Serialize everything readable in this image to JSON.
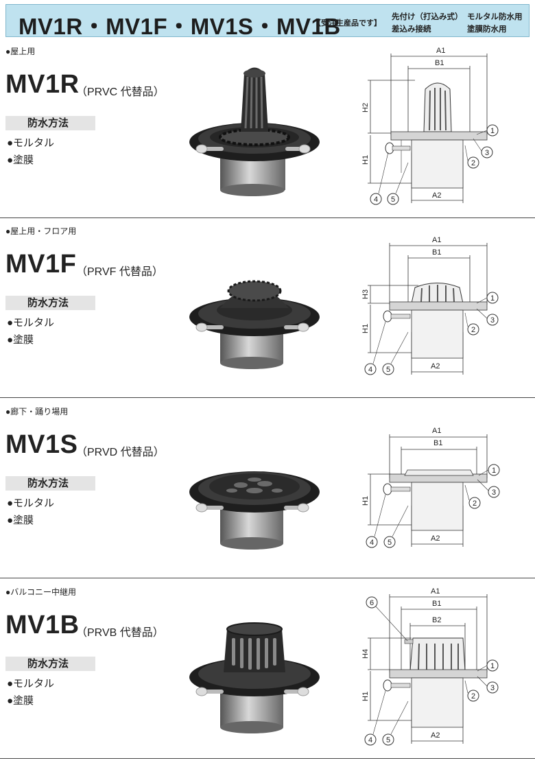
{
  "header": {
    "title": "MV1R・MV1F・MV1S・MV1B",
    "note": "【受注生産品です】",
    "col1": [
      "先付け（打込み式）",
      "差込み接続"
    ],
    "col2": [
      "モルタル防水用",
      "塗膜防水用"
    ]
  },
  "waterproof_heading": "防水方法",
  "methods": [
    "●モルタル",
    "●塗膜"
  ],
  "sections": [
    {
      "usage": "●屋上用",
      "model": "MV1R",
      "substitute": "（PRVC 代替品）",
      "labels": {
        "A1": "A1",
        "B1": "B1",
        "A2": "A2",
        "H_top": "H2",
        "H1": "H1"
      },
      "callouts": [
        "1",
        "2",
        "3",
        "4",
        "5"
      ]
    },
    {
      "usage": "●屋上用・フロア用",
      "model": "MV1F",
      "substitute": "（PRVF 代替品）",
      "labels": {
        "A1": "A1",
        "B1": "B1",
        "A2": "A2",
        "H_top": "H3",
        "H1": "H1"
      },
      "callouts": [
        "1",
        "2",
        "3",
        "4",
        "5"
      ]
    },
    {
      "usage": "●廊下・踊り場用",
      "model": "MV1S",
      "substitute": "（PRVD 代替品）",
      "labels": {
        "A1": "A1",
        "B1": "B1",
        "A2": "A2",
        "H1": "H1"
      },
      "callouts": [
        "1",
        "2",
        "3",
        "4",
        "5"
      ]
    },
    {
      "usage": "●バルコニー中継用",
      "model": "MV1B",
      "substitute": "（PRVB 代替品）",
      "labels": {
        "A1": "A1",
        "B1": "B1",
        "B2": "B2",
        "A2": "A2",
        "H_top": "H4",
        "H1": "H1"
      },
      "callouts": [
        "1",
        "2",
        "3",
        "4",
        "5",
        "6"
      ]
    }
  ]
}
